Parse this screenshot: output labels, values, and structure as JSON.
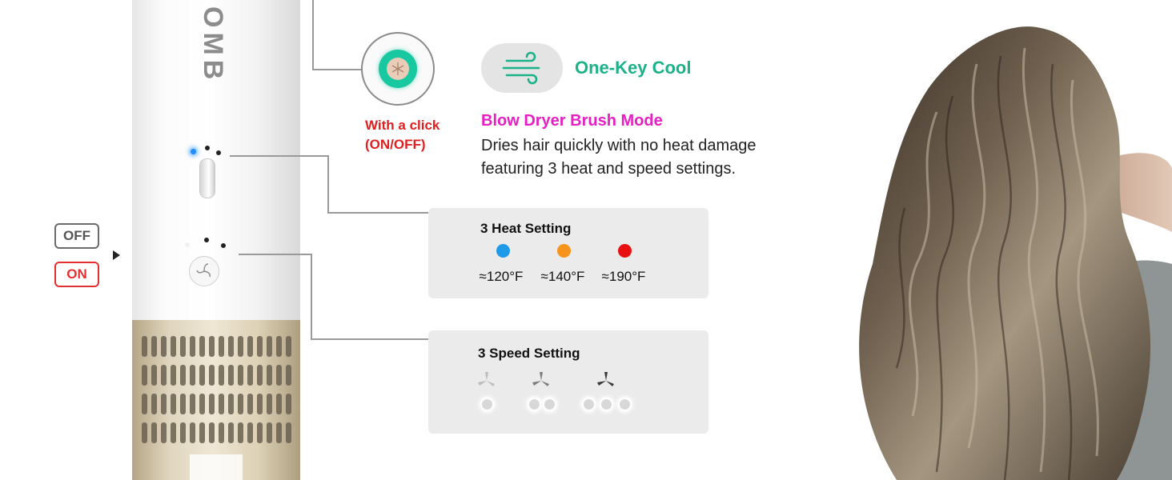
{
  "power": {
    "off_label": "OFF",
    "on_label": "ON"
  },
  "device": {
    "brand": "OMB"
  },
  "one_key": {
    "button_caption": [
      "With a click",
      "(ON/OFF)"
    ],
    "cool_label": "One-Key Cool"
  },
  "mode": {
    "title": "Blow Dryer Brush Mode",
    "description": [
      "Dries hair quickly with no heat damage",
      "featuring 3 heat and speed settings."
    ]
  },
  "heat": {
    "title": "3 Heat Setting",
    "levels": [
      {
        "temp": "≈120°F",
        "color": "#1e9be8"
      },
      {
        "temp": "≈140°F",
        "color": "#f7941d"
      },
      {
        "temp": "≈190°F",
        "color": "#e81010"
      }
    ]
  },
  "speed": {
    "title": "3 Speed Setting",
    "levels": [
      1,
      2,
      3
    ]
  },
  "colors": {
    "accent_green": "#1bb28a",
    "accent_magenta": "#e61fc3",
    "alert_red": "#e02020"
  }
}
